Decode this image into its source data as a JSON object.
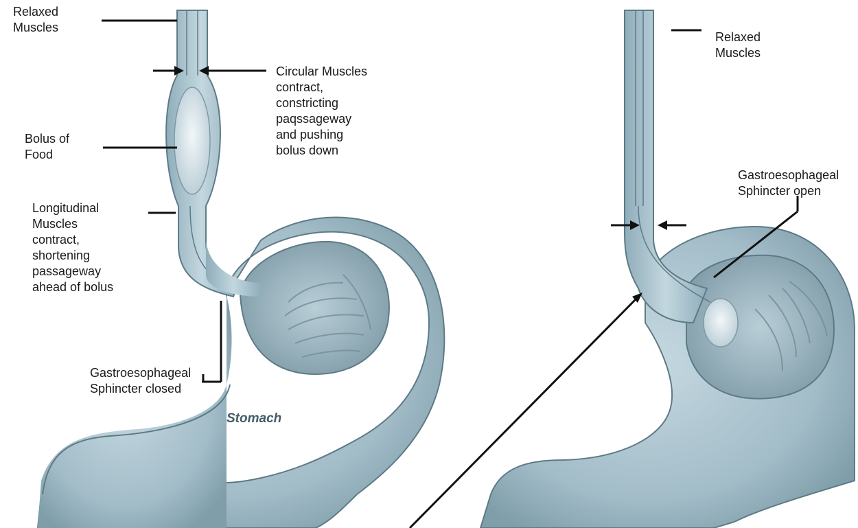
{
  "colors": {
    "tissue": "#a9c3cf",
    "tissue_dark": "#6f8f9c",
    "tissue_light": "#d9e8ee",
    "outline": "#5d7a86",
    "leader": "#111111"
  },
  "left": {
    "relaxed_muscles": "Relaxed\nMuscles",
    "circular_muscles": "Circular Muscles\ncontract,\nconstricting\npaqssageway\nand pushing\nbolus down",
    "bolus": "Bolus of\nFood",
    "longitudinal": "Longitudinal\nMuscles\ncontract,\nshortening\npassageway\nahead of bolus",
    "sphincter_closed": "Gastroesophageal\nSphincter closed",
    "stomach": "Stomach"
  },
  "right": {
    "relaxed_muscles": "Relaxed\nMuscles",
    "sphincter_open": "Gastroesophageal\nSphincter open"
  }
}
